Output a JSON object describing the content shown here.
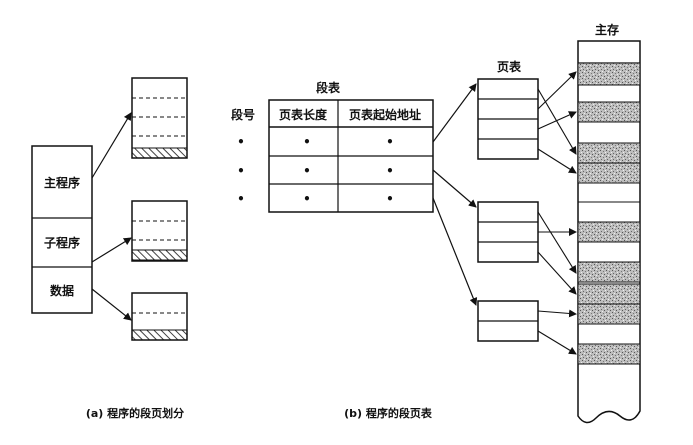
{
  "part_a": {
    "segments": [
      "主程序",
      "子程序",
      "数据"
    ],
    "caption": "(a) 程序的段页划分"
  },
  "part_b": {
    "segment_table_title": "段表",
    "segment_no_label": "段号",
    "columns": [
      "页表长度",
      "页表起始地址"
    ],
    "rows": [
      [
        "•",
        "•"
      ],
      [
        "•",
        "•"
      ],
      [
        "•",
        "•"
      ]
    ],
    "row_markers": [
      "•",
      "•",
      "•"
    ],
    "page_table_label": "页表",
    "main_memory_label": "主存",
    "caption": "(b) 程序的段页表"
  }
}
